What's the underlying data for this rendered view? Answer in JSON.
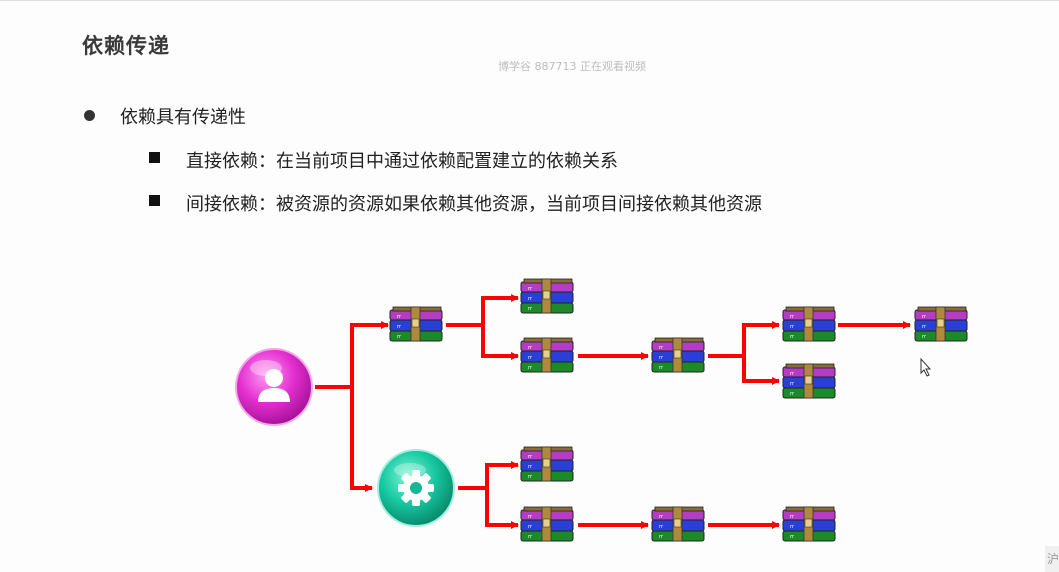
{
  "slide": {
    "title": "依赖传递",
    "watermark": "博学谷 887713 正在观看视频",
    "bullet": "依赖具有传递性",
    "sub_items": [
      "直接依赖：在当前项目中通过依赖配置建立的依赖关系",
      "间接依赖：被资源的资源如果依赖其他资源，当前项目间接依赖其他资源"
    ],
    "edge_glyph": "沪"
  },
  "diagram": {
    "root_icon": "user-icon",
    "gear_icon": "gear-icon",
    "package_icon": "winrar-package-icon",
    "arrow_color": "#ff0000",
    "user_circle_color": "#e028c8",
    "gear_circle_color": "#17c7a2"
  }
}
